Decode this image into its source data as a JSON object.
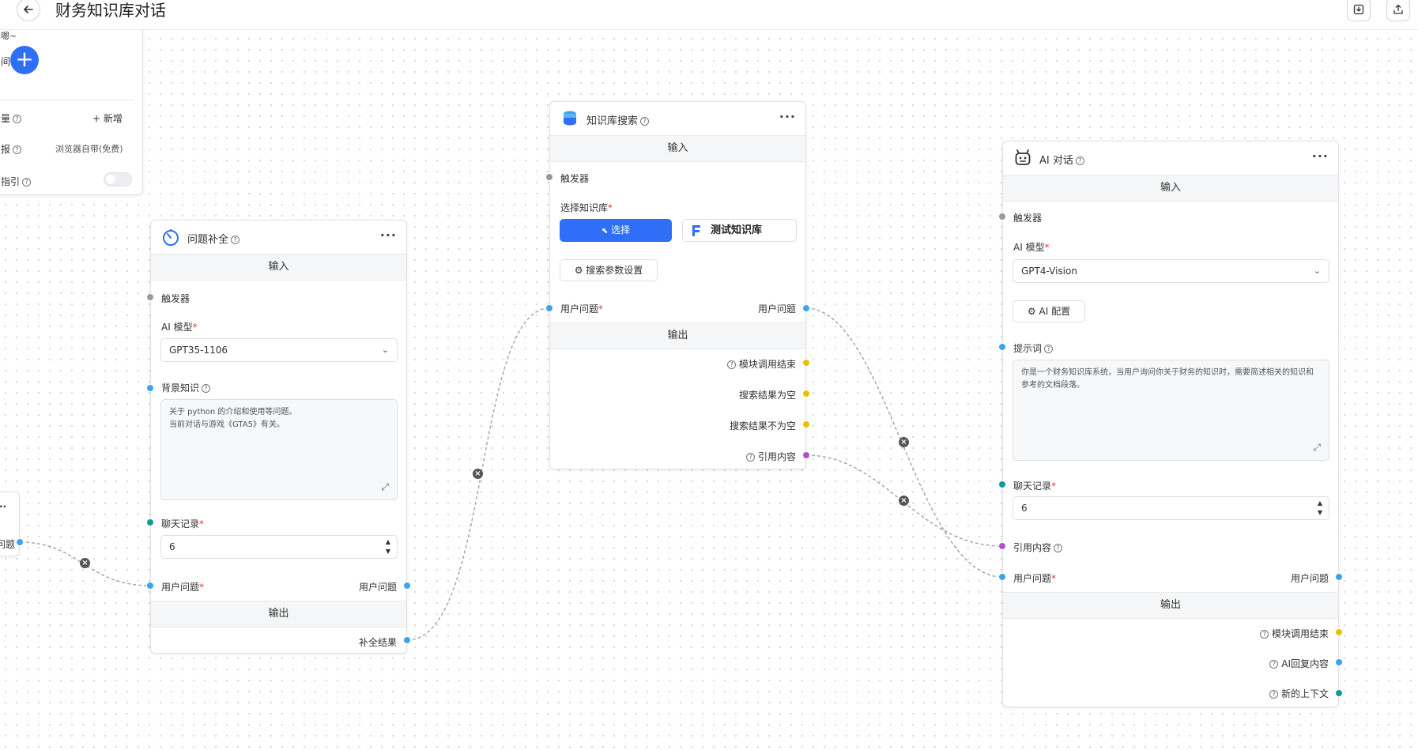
{
  "header": {
    "title": "财务知识库对话"
  },
  "left_panel": {
    "top_text": "嗯~",
    "add_label": "间",
    "rows": [
      {
        "label": "量",
        "action": "+ 新增"
      },
      {
        "label": "报",
        "value": "浏览器自带(免费)"
      },
      {
        "label": "指引"
      }
    ]
  },
  "small_node": {
    "output_label": "问题"
  },
  "question_node": {
    "title": "问题补全",
    "input_section": "输入",
    "trigger": "触发器",
    "model_label": "AI 模型",
    "model_value": "GPT35-1106",
    "background_label": "背景知识",
    "background_text": "关于 python 的介绍和使用等问题。\n当前对话与游戏《GTA5》有关。",
    "history_label": "聊天记录",
    "history_value": "6",
    "user_question_in": "用户问题",
    "user_question_out": "用户问题",
    "output_section": "输出",
    "result_label": "补全结果"
  },
  "kb_node": {
    "title": "知识库搜索",
    "input_section": "输入",
    "trigger": "触发器",
    "select_kb_label": "选择知识库",
    "select_button": "选择",
    "kb_name": "测试知识库",
    "search_params_button": "搜索参数设置",
    "user_question_in": "用户问题",
    "user_question_out": "用户问题",
    "output_section": "输出",
    "outputs": [
      "模块调用结束",
      "搜索结果为空",
      "搜索结果不为空",
      "引用内容"
    ]
  },
  "ai_node": {
    "title": "AI 对话",
    "input_section": "输入",
    "trigger": "触发器",
    "model_label": "AI 模型",
    "model_value": "GPT4-Vision",
    "config_button": "AI 配置",
    "prompt_label": "提示词",
    "prompt_text": "你是一个财务知识库系统，当用户询问你关于财务的知识时，需要简述相关的知识和参考的文档段落。",
    "history_label": "聊天记录",
    "history_value": "6",
    "quote_label": "引用内容",
    "user_question_in": "用户问题",
    "user_question_out": "用户问题",
    "output_section": "输出",
    "outputs": [
      "模块调用结束",
      "AI回复内容",
      "新的上下文"
    ]
  },
  "colors": {
    "primary": "#2f6ef7",
    "handle_blue": "#3ba4ee",
    "handle_gray": "#999999",
    "handle_yellow": "#e8c000",
    "handle_purple": "#a955d1",
    "handle_teal": "#119b98",
    "required": "#e53935"
  },
  "icons": {
    "back": "arrow-left-icon",
    "import": "import-icon",
    "export": "share-icon",
    "question": "timer-icon",
    "kb": "database-icon",
    "ai": "robot-icon"
  }
}
